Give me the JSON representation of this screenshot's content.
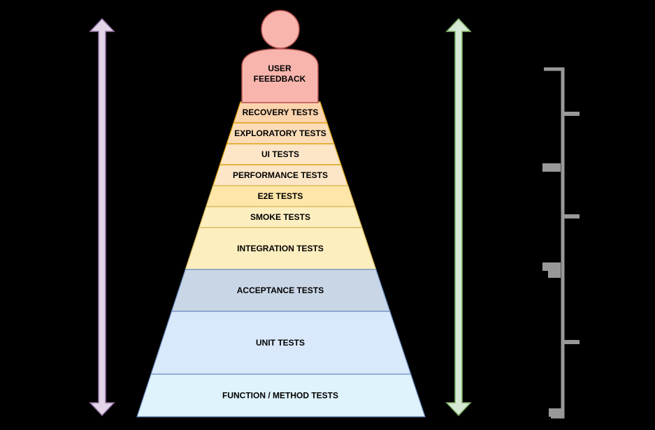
{
  "person": {
    "line1": "USER",
    "line2": "FEEEDBACK",
    "fill": "#f8b5ad",
    "stroke": "#b85450"
  },
  "layers": [
    {
      "label": "RECOVERY TESTS",
      "fill": "#fbd3ad",
      "stroke": "#d79b00"
    },
    {
      "label": "EXPLORATORY TESTS",
      "fill": "#fbdcb6",
      "stroke": "#d79b00"
    },
    {
      "label": "UI TESTS",
      "fill": "#fde6c7",
      "stroke": "#d79b00"
    },
    {
      "label": "PERFORMANCE TESTS",
      "fill": "#fde6c7",
      "stroke": "#d79b00"
    },
    {
      "label": "E2E TESTS",
      "fill": "#fde6a8",
      "stroke": "#d6b656"
    },
    {
      "label": "SMOKE TESTS",
      "fill": "#fdeec0",
      "stroke": "#d6b656"
    },
    {
      "label": "INTEGRATION TESTS",
      "fill": "#fdeec0",
      "stroke": "#d6b656"
    },
    {
      "label": "ACCEPTANCE TESTS",
      "fill": "#c9d6e6",
      "stroke": "#6c8ebf"
    },
    {
      "label": "UNIT TESTS",
      "fill": "#dae8fc",
      "stroke": "#6c8ebf"
    },
    {
      "label": "FUNCTION / METHOD TESTS",
      "fill": "#dff3fc",
      "stroke": "#6c8ebf"
    }
  ],
  "arrows": {
    "left_fill": "#e1d5e7",
    "left_stroke": "#9673a6",
    "right_fill": "#d5e8d4",
    "right_stroke": "#82b366"
  },
  "bracket": {
    "color": "#999999"
  }
}
